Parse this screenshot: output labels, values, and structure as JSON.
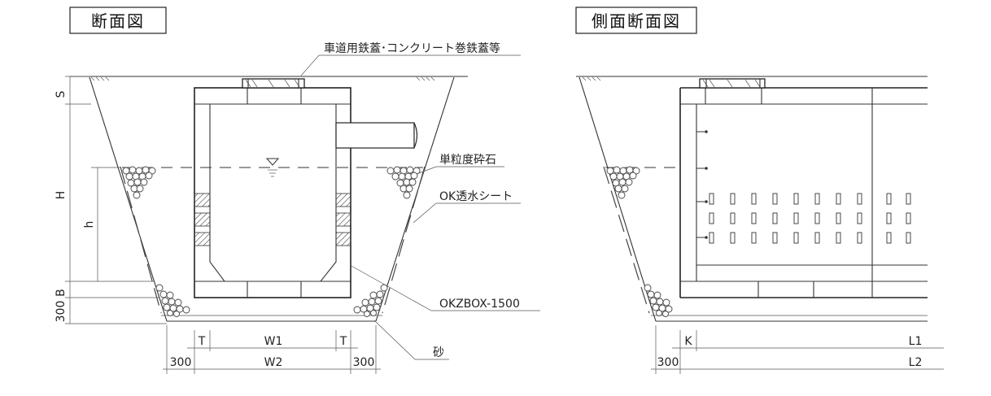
{
  "titles": {
    "section": "断面図",
    "side_section": "側面断面図"
  },
  "labels": {
    "cover": "車道用鉄蓋･コンクリート巻鉄蓋等",
    "stone": "単粒度砕石",
    "sheet": "OK透水シート",
    "box": "OKZBOX-1500",
    "sand": "砂"
  },
  "dimensions": {
    "S": "S",
    "H": "H",
    "h": "h",
    "B300": "300",
    "B": "B",
    "T_left": "T",
    "T_right": "T",
    "W1": "W1",
    "W2": "W2",
    "left300": "300",
    "right300": "300",
    "K": "K",
    "L1": "L1",
    "L2": "L2",
    "side300": "300"
  }
}
